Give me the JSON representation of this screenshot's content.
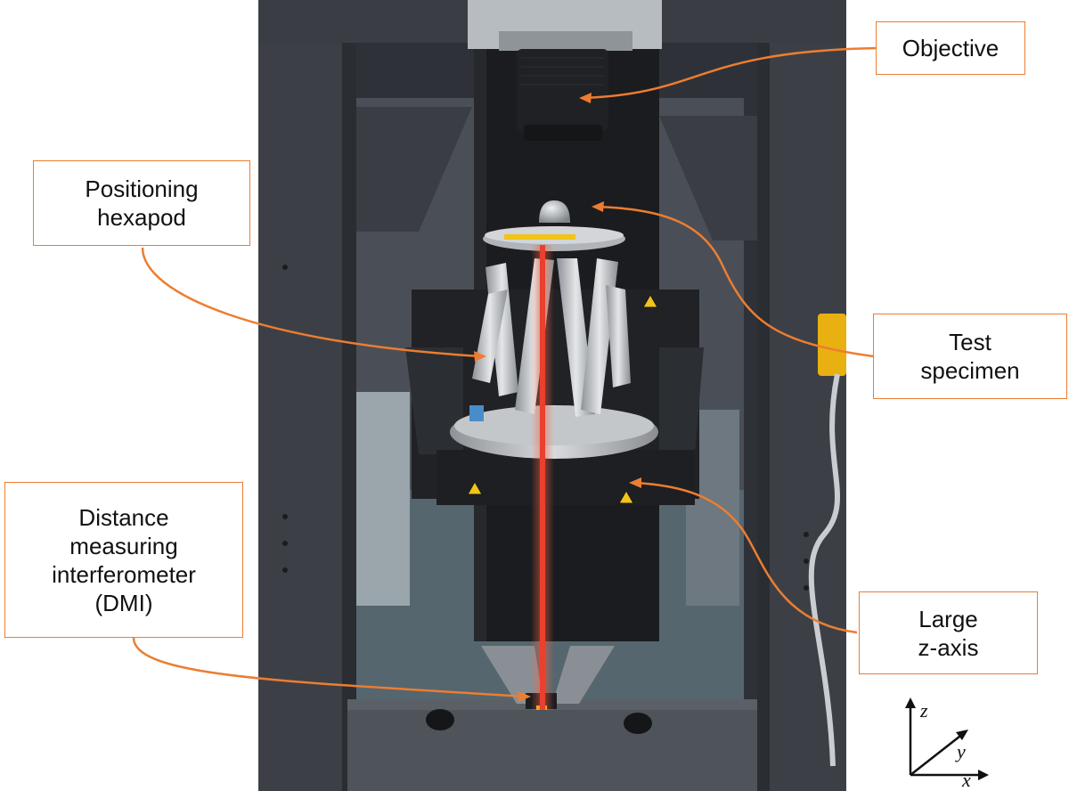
{
  "figure": {
    "labels": {
      "objective": [
        "Objective"
      ],
      "hexapod": [
        "Positioning",
        "hexapod"
      ],
      "specimen": [
        "Test",
        "specimen"
      ],
      "dmi": [
        "Distance",
        "measuring",
        "interferometer",
        "(DMI)"
      ],
      "zaxis": [
        "Large",
        "z-axis"
      ]
    },
    "axes": {
      "x": "x",
      "y": "y",
      "z": "z"
    },
    "colors": {
      "callout": "#ED7D31",
      "laser": "#E8412E",
      "frame": "#3c4046",
      "column": "#1b1c1f",
      "hexapod_metal": "#b9bcc0"
    }
  }
}
